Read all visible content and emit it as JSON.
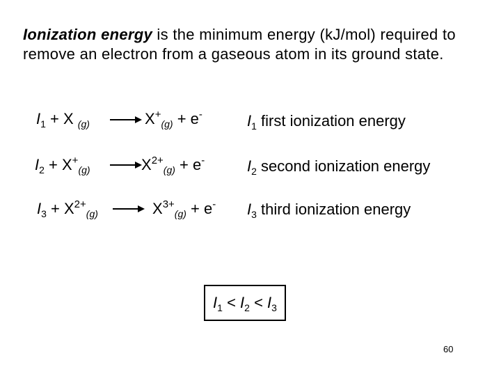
{
  "intro": {
    "term": "Ionization energy",
    "text": " is the minimum energy (kJ/mol) required to remove an electron from a gaseous atom in its ground state."
  },
  "equations": [
    {
      "I": "I",
      "sub": "1",
      "reactant": " + X ",
      "reactant_sup": "",
      "reactant_state": "(g)",
      "product": "X",
      "product_sup": "+",
      "product_state": "(g)",
      "electron": " + e",
      "electron_sup": "-",
      "label_I": "I",
      "label_sub": "1",
      "label_text": " first ionization energy"
    },
    {
      "I": "I",
      "sub": "2",
      "reactant": " + X",
      "reactant_sup": "+",
      "reactant_state": "(g)",
      "product": "X",
      "product_sup": "2+",
      "product_state": "(g)",
      "electron": " + e",
      "electron_sup": "-",
      "label_I": "I",
      "label_sub": "2",
      "label_text": " second ionization energy"
    },
    {
      "I": "I",
      "sub": "3",
      "reactant": " + X",
      "reactant_sup": "2+",
      "reactant_state": "(g)",
      "product": "X",
      "product_sup": "3+",
      "product_state": "(g)",
      "electron": " + e",
      "electron_sup": "-",
      "label_I": "I",
      "label_sub": "3",
      "label_text": " third ionization energy"
    }
  ],
  "comparison": {
    "i1": "I",
    "s1": "1",
    "op1": " < ",
    "i2": "I",
    "s2": "2",
    "op2": " < ",
    "i3": "I",
    "s3": "3"
  },
  "page_number": "60"
}
